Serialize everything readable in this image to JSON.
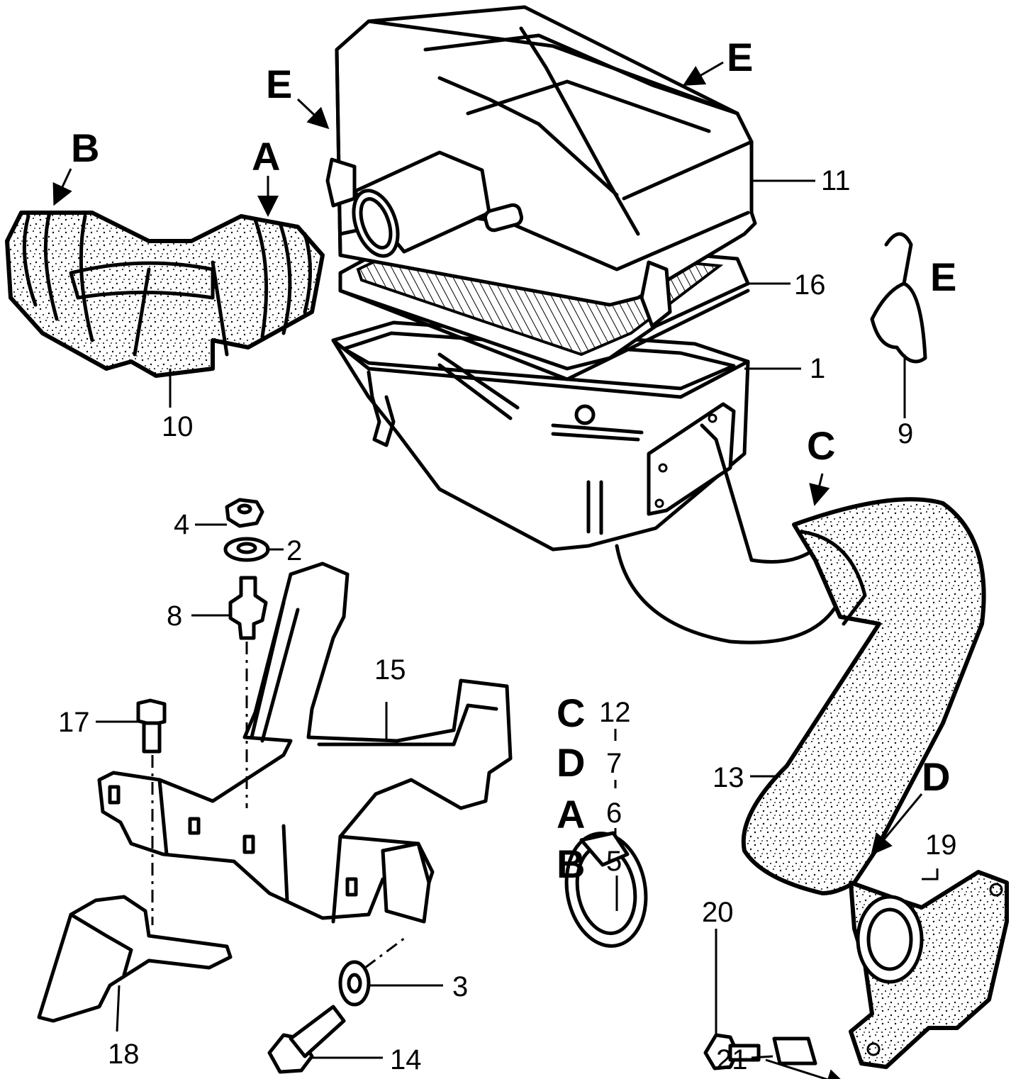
{
  "callouts": {
    "n1": "1",
    "n2": "2",
    "n3": "3",
    "n4": "4",
    "n5": "5",
    "n6": "6",
    "n7": "7",
    "n8": "8",
    "n9": "9",
    "n10": "10",
    "n11": "11",
    "n12": "12",
    "n13": "13",
    "n14": "14",
    "n15": "15",
    "n16": "16",
    "n17": "17",
    "n18": "18",
    "n19": "19",
    "n20": "20",
    "n21": "21"
  },
  "letters": {
    "a_top": "A",
    "b_top": "B",
    "c_top": "C",
    "d_right": "D",
    "e_left": "E",
    "e_right": "E",
    "e_clip": "E",
    "legend_c": "C",
    "legend_d": "D",
    "legend_a": "A",
    "legend_b": "B"
  },
  "colors": {
    "ink": "#000000",
    "paper": "#ffffff"
  }
}
